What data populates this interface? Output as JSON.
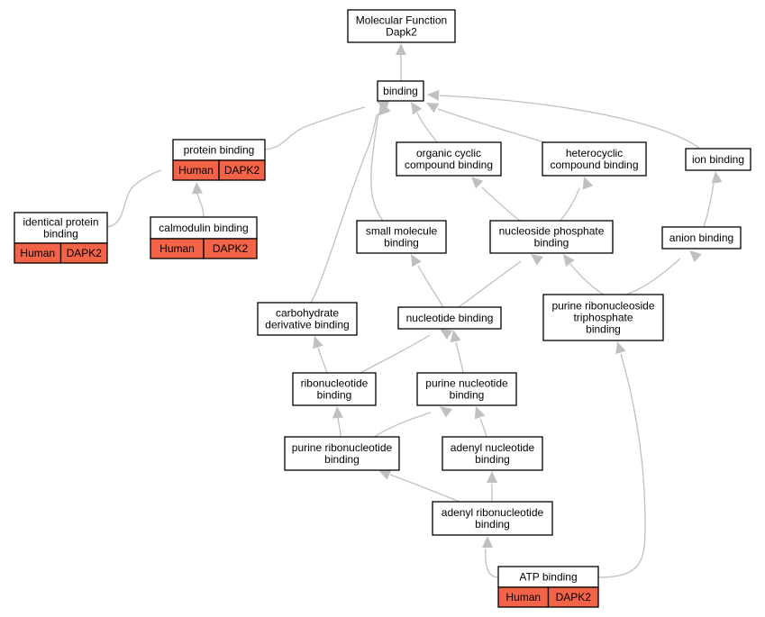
{
  "diagram": {
    "highlight_color": "#f26347",
    "edge_color": "#c0c0c0",
    "nodes": [
      {
        "id": "mf",
        "label": [
          "Molecular Function",
          "Dapk2"
        ]
      },
      {
        "id": "binding",
        "label": [
          "binding"
        ]
      },
      {
        "id": "protein_binding",
        "label": [
          "protein binding"
        ],
        "annotations": [
          "Human",
          "DAPK2"
        ]
      },
      {
        "id": "identical_protein_binding",
        "label": [
          "identical protein",
          "binding"
        ],
        "annotations": [
          "Human",
          "DAPK2"
        ]
      },
      {
        "id": "calmodulin_binding",
        "label": [
          "calmodulin binding"
        ],
        "annotations": [
          "Human",
          "DAPK2"
        ]
      },
      {
        "id": "organic_cyclic",
        "label": [
          "organic cyclic",
          "compound binding"
        ]
      },
      {
        "id": "heterocyclic",
        "label": [
          "heterocyclic",
          "compound binding"
        ]
      },
      {
        "id": "ion_binding",
        "label": [
          "ion binding"
        ]
      },
      {
        "id": "small_molecule",
        "label": [
          "small molecule",
          "binding"
        ]
      },
      {
        "id": "nucleoside_phosphate",
        "label": [
          "nucleoside phosphate",
          "binding"
        ]
      },
      {
        "id": "anion_binding",
        "label": [
          "anion binding"
        ]
      },
      {
        "id": "carbohydrate_deriv",
        "label": [
          "carbohydrate",
          "derivative binding"
        ]
      },
      {
        "id": "nucleotide_binding",
        "label": [
          "nucleotide binding"
        ]
      },
      {
        "id": "purine_ribonucleoside_tp",
        "label": [
          "purine ribonucleoside",
          "triphosphate",
          "binding"
        ]
      },
      {
        "id": "ribonucleotide",
        "label": [
          "ribonucleotide",
          "binding"
        ]
      },
      {
        "id": "purine_nucleotide",
        "label": [
          "purine nucleotide",
          "binding"
        ]
      },
      {
        "id": "purine_ribonucleotide",
        "label": [
          "purine ribonucleotide",
          "binding"
        ]
      },
      {
        "id": "adenyl_nucleotide",
        "label": [
          "adenyl nucleotide",
          "binding"
        ]
      },
      {
        "id": "adenyl_ribonucleotide",
        "label": [
          "adenyl ribonucleotide",
          "binding"
        ]
      },
      {
        "id": "atp_binding",
        "label": [
          "ATP binding"
        ],
        "annotations": [
          "Human",
          "DAPK2"
        ]
      }
    ],
    "edges": [
      {
        "from": "binding",
        "to": "mf"
      },
      {
        "from": "protein_binding",
        "to": "binding"
      },
      {
        "from": "identical_protein_binding",
        "to": "protein_binding"
      },
      {
        "from": "calmodulin_binding",
        "to": "protein_binding"
      },
      {
        "from": "organic_cyclic",
        "to": "binding"
      },
      {
        "from": "heterocyclic",
        "to": "binding"
      },
      {
        "from": "ion_binding",
        "to": "binding"
      },
      {
        "from": "small_molecule",
        "to": "binding"
      },
      {
        "from": "carbohydrate_deriv",
        "to": "binding"
      },
      {
        "from": "nucleoside_phosphate",
        "to": "organic_cyclic"
      },
      {
        "from": "nucleoside_phosphate",
        "to": "heterocyclic"
      },
      {
        "from": "anion_binding",
        "to": "ion_binding"
      },
      {
        "from": "nucleotide_binding",
        "to": "small_molecule"
      },
      {
        "from": "nucleotide_binding",
        "to": "nucleoside_phosphate"
      },
      {
        "from": "purine_ribonucleoside_tp",
        "to": "nucleoside_phosphate"
      },
      {
        "from": "purine_ribonucleoside_tp",
        "to": "anion_binding"
      },
      {
        "from": "ribonucleotide",
        "to": "carbohydrate_deriv"
      },
      {
        "from": "ribonucleotide",
        "to": "nucleotide_binding"
      },
      {
        "from": "purine_nucleotide",
        "to": "nucleotide_binding"
      },
      {
        "from": "purine_ribonucleotide",
        "to": "ribonucleotide"
      },
      {
        "from": "purine_ribonucleotide",
        "to": "purine_nucleotide"
      },
      {
        "from": "adenyl_nucleotide",
        "to": "purine_nucleotide"
      },
      {
        "from": "adenyl_ribonucleotide",
        "to": "purine_ribonucleotide"
      },
      {
        "from": "adenyl_ribonucleotide",
        "to": "adenyl_nucleotide"
      },
      {
        "from": "atp_binding",
        "to": "adenyl_ribonucleotide"
      },
      {
        "from": "atp_binding",
        "to": "purine_ribonucleoside_tp"
      }
    ]
  }
}
